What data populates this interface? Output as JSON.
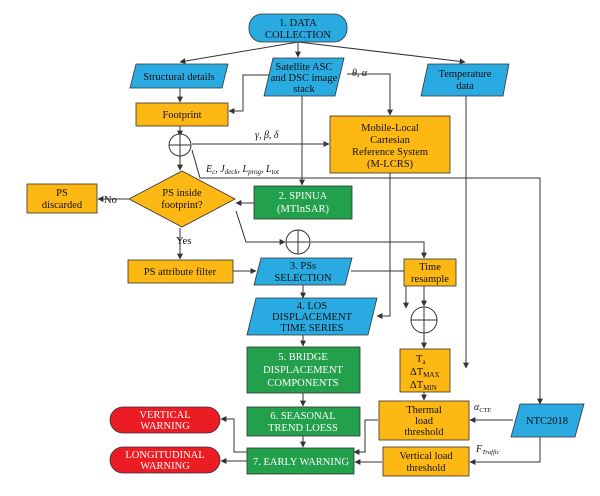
{
  "colors": {
    "blue": "#29aae1",
    "yellow": "#fdb813",
    "green": "#22a04b",
    "red": "#ec1c24",
    "stroke": "#333333"
  },
  "nodes": {
    "data_collection": [
      "1. DATA",
      "COLLECTION"
    ],
    "structural_details": "Structural details",
    "satellite": [
      "Satellite ASC",
      "and DSC image",
      "stack"
    ],
    "temperature": [
      "Temperature",
      "data"
    ],
    "footprint": "Footprint",
    "mlcrs": [
      "Mobile-Local",
      "Cartesian",
      "Reference System",
      "(M-LCRS)"
    ],
    "ps_discarded": [
      "PS",
      "discarded"
    ],
    "ps_inside": [
      "PS inside",
      "footprint?"
    ],
    "spinua": [
      "2. SPINUA",
      "(MTInSAR)"
    ],
    "ps_attribute": "PS attribute filter",
    "pss_selection": [
      "3. PSs",
      "SELECTION"
    ],
    "time_resample": [
      "Time",
      "resample"
    ],
    "los": [
      "4. LOS",
      "DISPLACEMENT",
      "TIME SERIES"
    ],
    "bridge": [
      "5. BRIDGE",
      "DISPLACEMENT",
      "COMPONENTS"
    ],
    "temps": [
      "T",
      "ΔT",
      "ΔT"
    ],
    "temps_sub": [
      "a",
      "MAX",
      "MIN"
    ],
    "seasonal": [
      "6. SEASONAL",
      "TREND LOESS"
    ],
    "thermal": [
      "Thermal",
      "load",
      "threshold"
    ],
    "ntc": "NTC2018",
    "vertical_warning": [
      "VERTICAL",
      "WARNING"
    ],
    "longitudinal_warning": [
      "LONGITUDINAL",
      "WARNING"
    ],
    "early_warning": "7. EARLY WARNING",
    "vertical_load": [
      "Vertical load",
      "threshold"
    ]
  },
  "labels": {
    "no": "No",
    "yes": "Yes",
    "theta_alpha": "θ, α",
    "gamma_beta_delta": "γ, β, δ",
    "e_params": "E",
    "alpha_cte": "α",
    "alpha_cte_sub": "CTE",
    "f_traffic": "F",
    "f_traffic_sub": "Traffic"
  }
}
